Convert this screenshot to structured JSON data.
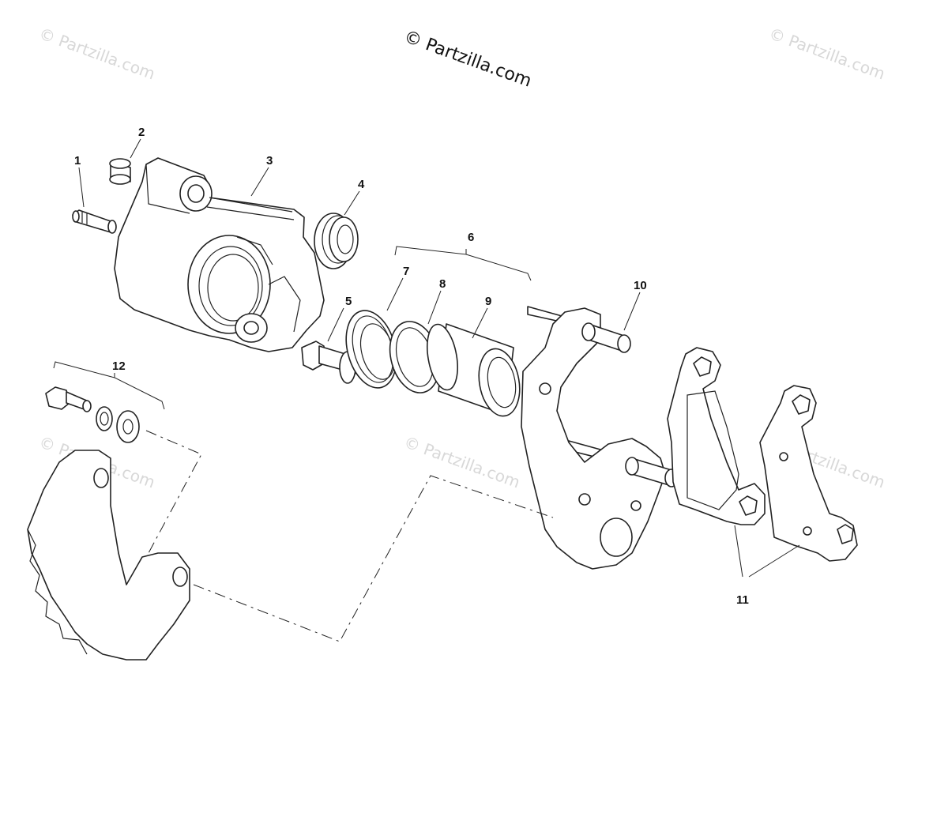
{
  "watermark": {
    "main": "© Partzilla.com",
    "faint": "© Partzilla.com"
  },
  "callouts": {
    "c1": "1",
    "c2": "2",
    "c3": "3",
    "c4": "4",
    "c5": "5",
    "c6": "6",
    "c7": "7",
    "c8": "8",
    "c9": "9",
    "c10": "10",
    "c11": "11",
    "c12": "12"
  }
}
